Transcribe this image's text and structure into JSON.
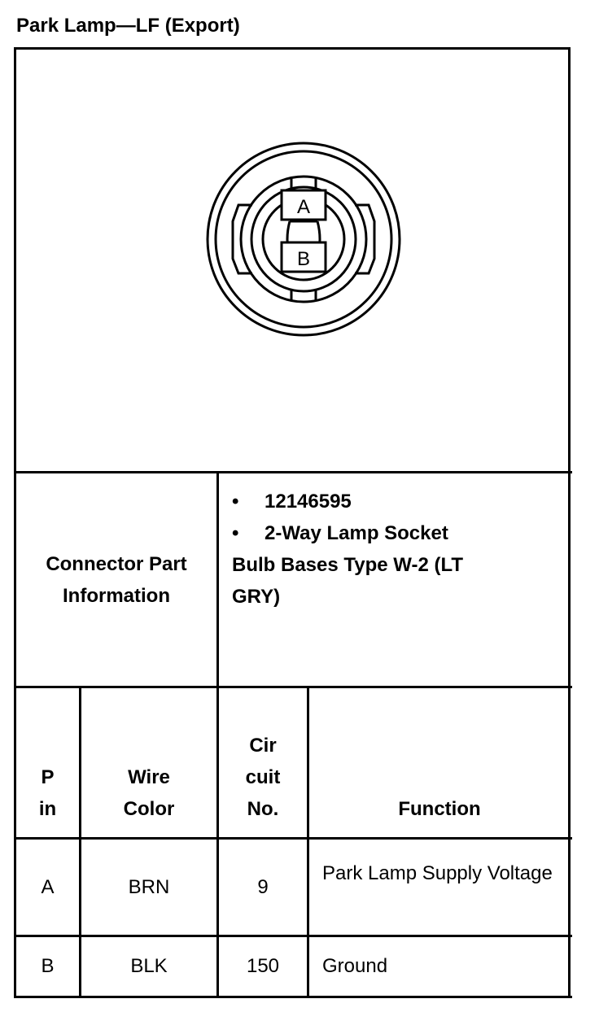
{
  "title": "Park Lamp—LF (Export)",
  "diagram": {
    "terminal_a": "A",
    "terminal_b": "B"
  },
  "connector_info": {
    "label": "Connector Part Information",
    "bullets": [
      "12146595",
      "2-Way Lamp Socket"
    ],
    "continuation": "Bulb Bases Type W-2 (LT GRY)"
  },
  "table": {
    "headers": {
      "pin": "P in",
      "wire_color": "Wire Color",
      "circuit_no": "Cir cuit No.",
      "function": "Function"
    },
    "rows": [
      {
        "pin": "A",
        "wire_color": "BRN",
        "circuit_no": "9",
        "function": "Park Lamp Supply Voltage"
      },
      {
        "pin": "B",
        "wire_color": "BLK",
        "circuit_no": "150",
        "function": "Ground"
      }
    ]
  }
}
